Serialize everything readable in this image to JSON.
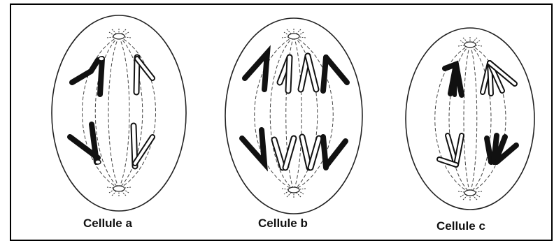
{
  "cells": [
    {
      "label": "Cellule a"
    },
    {
      "label": "Cellule b"
    },
    {
      "label": "Cellule c"
    }
  ],
  "colors": {
    "ink": "#111111",
    "background": "#ffffff"
  }
}
